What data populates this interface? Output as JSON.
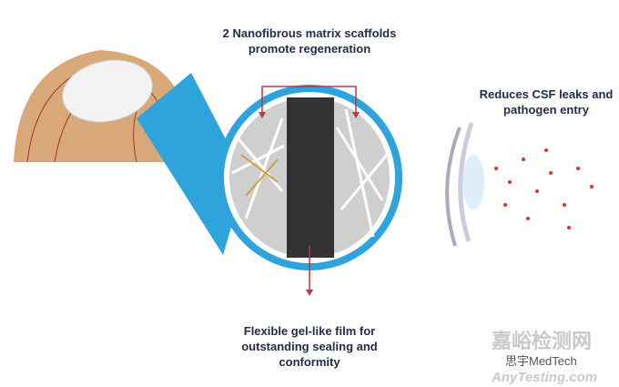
{
  "labels": {
    "scaffolds": "2 Nanofibrous matrix scaffolds promote regeneration",
    "csf": "Reduces CSF leaks and pathogen entry",
    "film": "Flexible gel-like film for outstanding sealing and conformity"
  },
  "watermark": {
    "site_cn": "嘉峪检测网",
    "source": "思宇MedTech",
    "site_en": "AnyTesting.com"
  },
  "colors": {
    "ring": "#2ea3dc",
    "arrow": "#c0343f",
    "text": "#232b4a"
  }
}
